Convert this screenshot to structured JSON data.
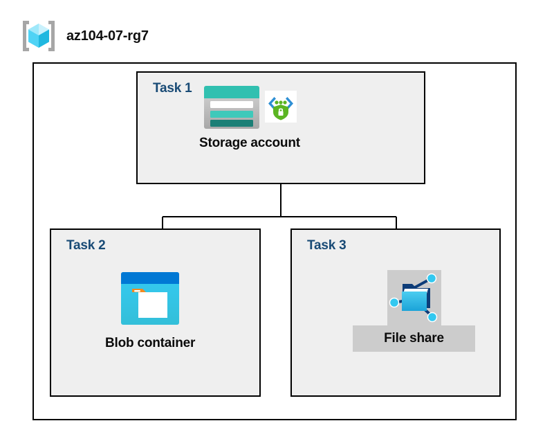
{
  "header": {
    "icon": "resource-group-cube-icon",
    "title": "az104-07-rg7"
  },
  "colors": {
    "task_label": "#184a75",
    "task_box_fill": "#efefef",
    "box_border": "#000000",
    "canvas": "#ffffff",
    "highlight": "#cccccc",
    "storage_teal": "#31c0b0",
    "storage_dark_teal": "#1b7f76",
    "blob_blue": "#0078d4",
    "blob_cyan": "#32c8f0",
    "blob_orange": "#f28a21",
    "fileshare_navy": "#0d3c78",
    "fileshare_cyan": "#32c8f0",
    "security_green": "#5bb522",
    "rg_cube_cyan": "#9fe8fa",
    "rg_bracket_gray": "#a6a6a6"
  },
  "diagram": {
    "type": "hierarchy",
    "root": "Storage account",
    "children": [
      "Blob container",
      "File share"
    ],
    "tasks": [
      {
        "id": "task-1",
        "label": "Task 1",
        "node_caption": "Storage account",
        "icons": [
          "storage-account-icon",
          "security-shield-icon"
        ],
        "highlighted": false
      },
      {
        "id": "task-2",
        "label": "Task 2",
        "node_caption": "Blob container",
        "icons": [
          "blob-container-icon"
        ],
        "highlighted": false
      },
      {
        "id": "task-3",
        "label": "Task 3",
        "node_caption": "File share",
        "icons": [
          "file-share-icon"
        ],
        "highlighted": true
      }
    ]
  }
}
